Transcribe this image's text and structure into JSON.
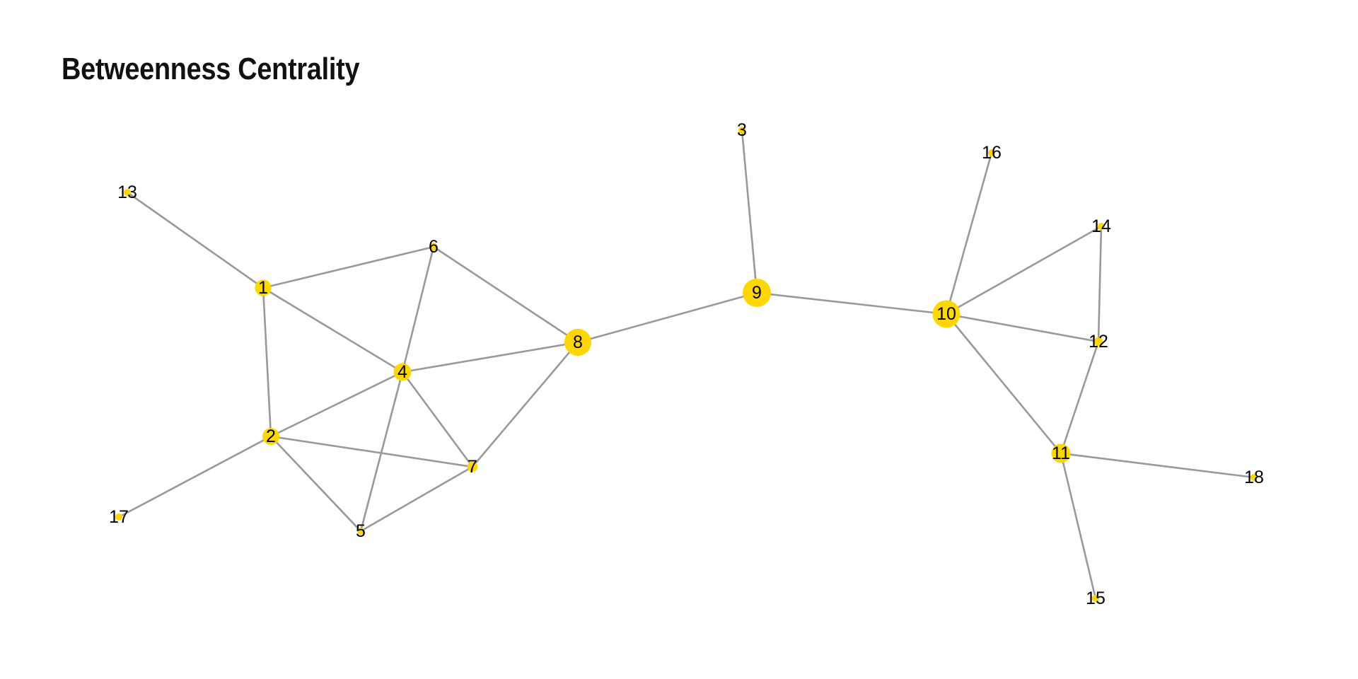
{
  "title": "Betweenness Centrality",
  "colors": {
    "node": "#FFD700",
    "edge": "#999999",
    "label": "#000000"
  },
  "nodes": [
    {
      "id": "1",
      "label": "1",
      "betweenness": 0.28
    },
    {
      "id": "2",
      "label": "2",
      "betweenness": 0.3
    },
    {
      "id": "3",
      "label": "3",
      "betweenness": 0.0
    },
    {
      "id": "4",
      "label": "4",
      "betweenness": 0.32
    },
    {
      "id": "5",
      "label": "5",
      "betweenness": 0.0
    },
    {
      "id": "6",
      "label": "6",
      "betweenness": 0.02
    },
    {
      "id": "7",
      "label": "7",
      "betweenness": 0.1
    },
    {
      "id": "8",
      "label": "8",
      "betweenness": 0.6
    },
    {
      "id": "9",
      "label": "9",
      "betweenness": 0.64
    },
    {
      "id": "10",
      "label": "10",
      "betweenness": 0.62
    },
    {
      "id": "11",
      "label": "11",
      "betweenness": 0.36
    },
    {
      "id": "12",
      "label": "12",
      "betweenness": 0.05
    },
    {
      "id": "13",
      "label": "13",
      "betweenness": 0.0
    },
    {
      "id": "14",
      "label": "14",
      "betweenness": 0.0
    },
    {
      "id": "15",
      "label": "15",
      "betweenness": 0.0
    },
    {
      "id": "16",
      "label": "16",
      "betweenness": 0.0
    },
    {
      "id": "17",
      "label": "17",
      "betweenness": 0.0
    },
    {
      "id": "18",
      "label": "18",
      "betweenness": 0.0
    }
  ],
  "edges": [
    [
      "1",
      "13"
    ],
    [
      "1",
      "6"
    ],
    [
      "1",
      "4"
    ],
    [
      "1",
      "2"
    ],
    [
      "6",
      "4"
    ],
    [
      "6",
      "8"
    ],
    [
      "4",
      "8"
    ],
    [
      "4",
      "2"
    ],
    [
      "4",
      "7"
    ],
    [
      "4",
      "5"
    ],
    [
      "2",
      "7"
    ],
    [
      "2",
      "5"
    ],
    [
      "2",
      "17"
    ],
    [
      "5",
      "7"
    ],
    [
      "7",
      "8"
    ],
    [
      "8",
      "9"
    ],
    [
      "3",
      "9"
    ],
    [
      "9",
      "10"
    ],
    [
      "10",
      "16"
    ],
    [
      "10",
      "14"
    ],
    [
      "10",
      "12"
    ],
    [
      "10",
      "11"
    ],
    [
      "14",
      "12"
    ],
    [
      "12",
      "11"
    ],
    [
      "11",
      "18"
    ],
    [
      "11",
      "15"
    ]
  ]
}
